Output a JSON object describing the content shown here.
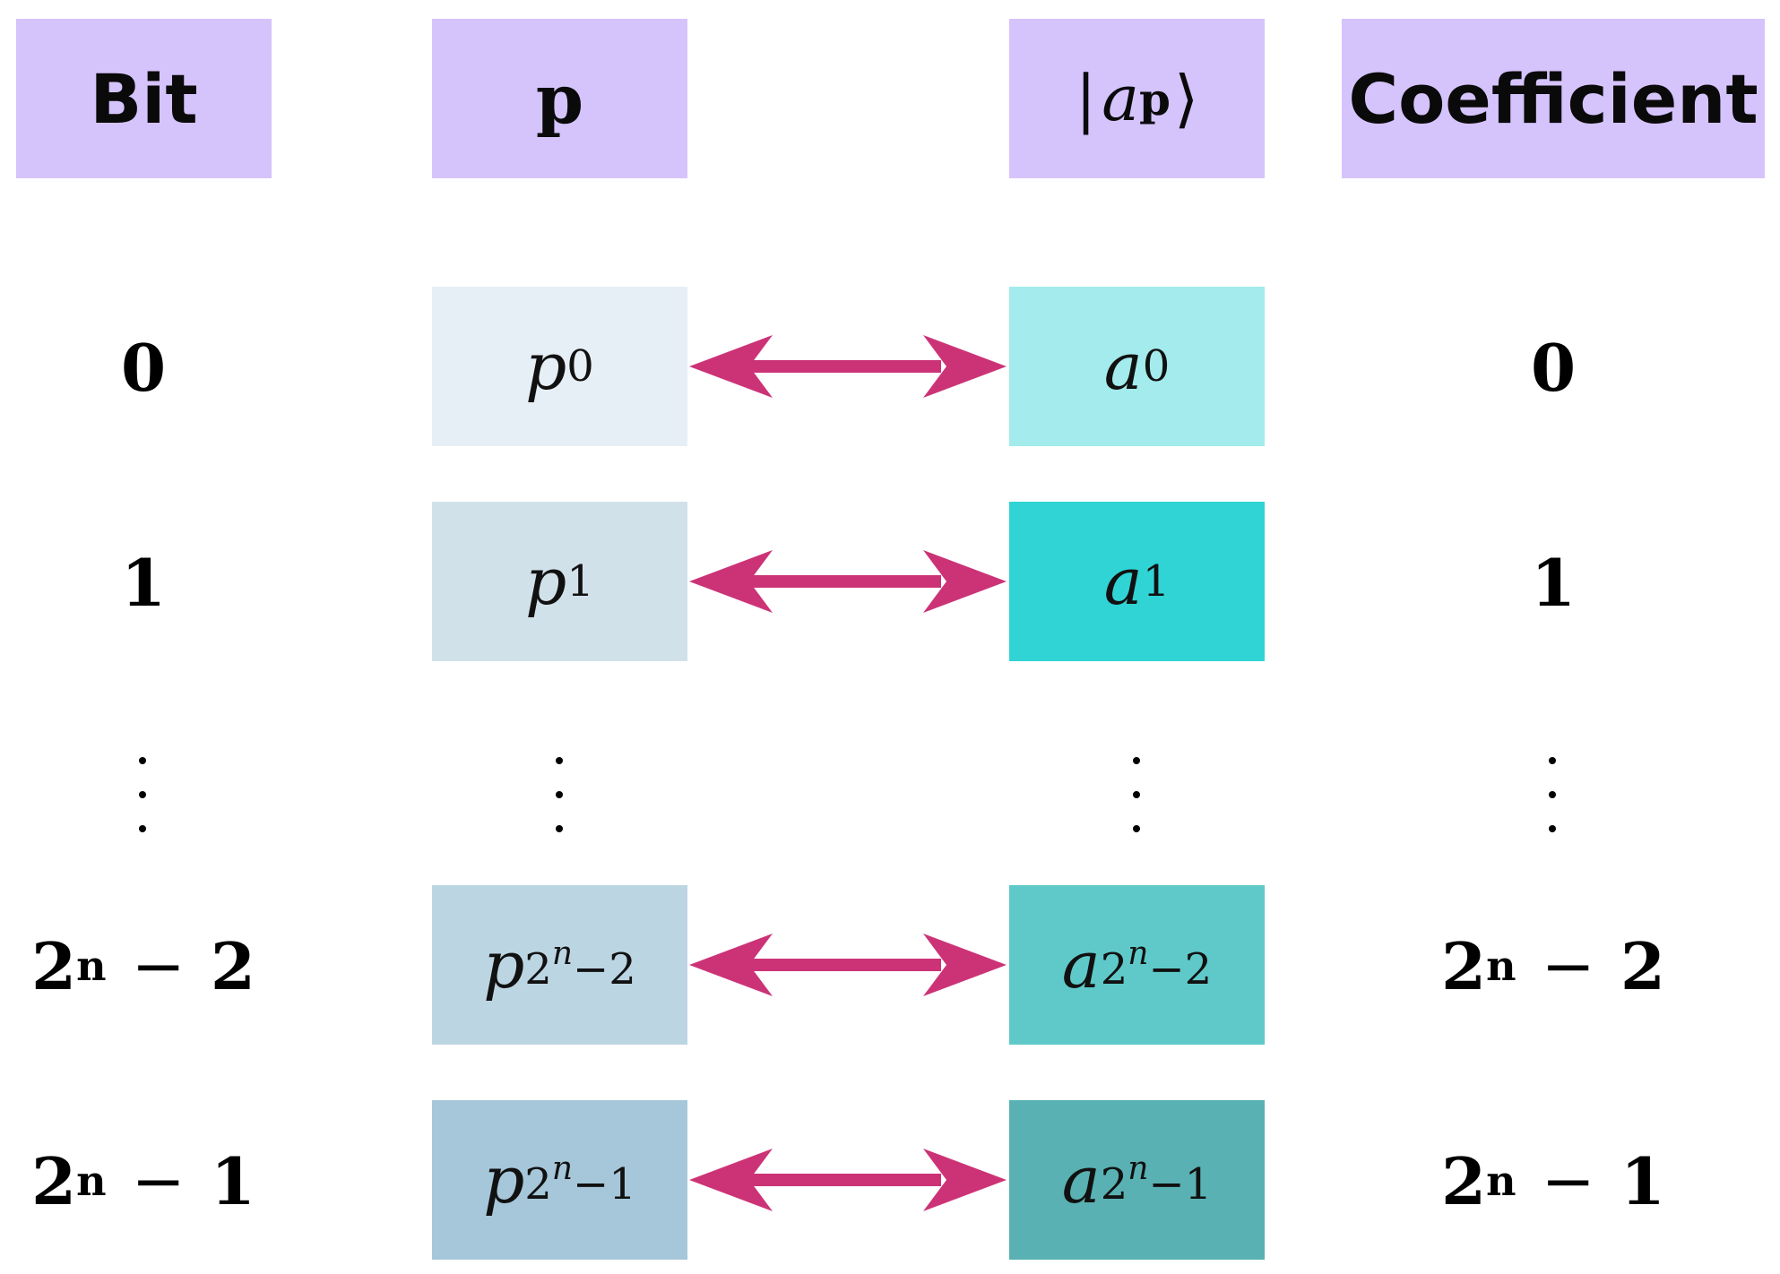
{
  "headers": {
    "bit": "Bit",
    "p": "p",
    "ket_var": "a",
    "ket_sub": "p",
    "coefficient": "Coefficient"
  },
  "rows": [
    {
      "bit_base": "0",
      "bit_exp": "",
      "bit_minus": "",
      "bit_offset": "",
      "p_var": "p",
      "p_sub_base": "0",
      "p_sub_exp": "",
      "p_sub_tail": "",
      "a_var": "a",
      "a_sub_base": "0",
      "a_sub_exp": "",
      "a_sub_tail": "",
      "coef_base": "0",
      "coef_exp": "",
      "coef_minus": "",
      "coef_offset": "",
      "p_color": "#e7eff6",
      "a_color": "#a3ebec"
    },
    {
      "bit_base": "1",
      "bit_exp": "",
      "bit_minus": "",
      "bit_offset": "",
      "p_var": "p",
      "p_sub_base": "1",
      "p_sub_exp": "",
      "p_sub_tail": "",
      "a_var": "a",
      "a_sub_base": "1",
      "a_sub_exp": "",
      "a_sub_tail": "",
      "coef_base": "1",
      "coef_exp": "",
      "coef_minus": "",
      "coef_offset": "",
      "p_color": "#d1e1ea",
      "a_color": "#30d4d5"
    },
    {
      "bit_base": "2",
      "bit_exp": "n",
      "bit_minus": "−",
      "bit_offset": "2",
      "p_var": "p",
      "p_sub_base": "2",
      "p_sub_exp": "n",
      "p_sub_tail": "−2",
      "a_var": "a",
      "a_sub_base": "2",
      "a_sub_exp": "n",
      "a_sub_tail": "−2",
      "coef_base": "2",
      "coef_exp": "n",
      "coef_minus": "−",
      "coef_offset": "2",
      "p_color": "#bcd5e3",
      "a_color": "#5fc9c9"
    },
    {
      "bit_base": "2",
      "bit_exp": "n",
      "bit_minus": "−",
      "bit_offset": "1",
      "p_var": "p",
      "p_sub_base": "2",
      "p_sub_exp": "n",
      "p_sub_tail": "−1",
      "a_var": "a",
      "a_sub_base": "2",
      "a_sub_exp": "n",
      "a_sub_tail": "−1",
      "coef_base": "2",
      "coef_exp": "n",
      "coef_minus": "−",
      "coef_offset": "1",
      "p_color": "#a6c6d9",
      "a_color": "#59b1b3"
    }
  ],
  "colors": {
    "header_bg": "#d5c3fc",
    "arrow": "#cc3377"
  }
}
